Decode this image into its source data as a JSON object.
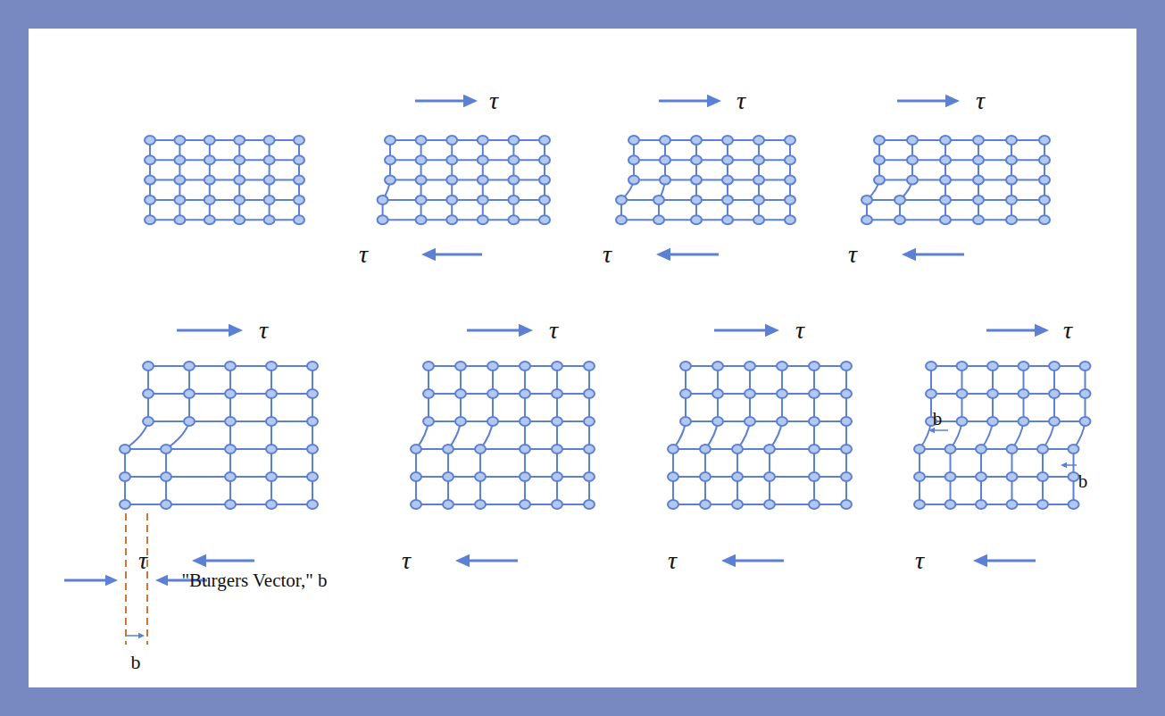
{
  "diagram": {
    "labels": [
      "τ",
      "τ",
      "τ",
      "τ",
      "τ",
      "τ",
      "τ",
      "τ",
      "\"Burgers Vector,\" b",
      "b",
      "τ",
      "τ",
      "τ",
      "τ",
      "τ",
      "b",
      "b",
      "τ"
    ]
  }
}
